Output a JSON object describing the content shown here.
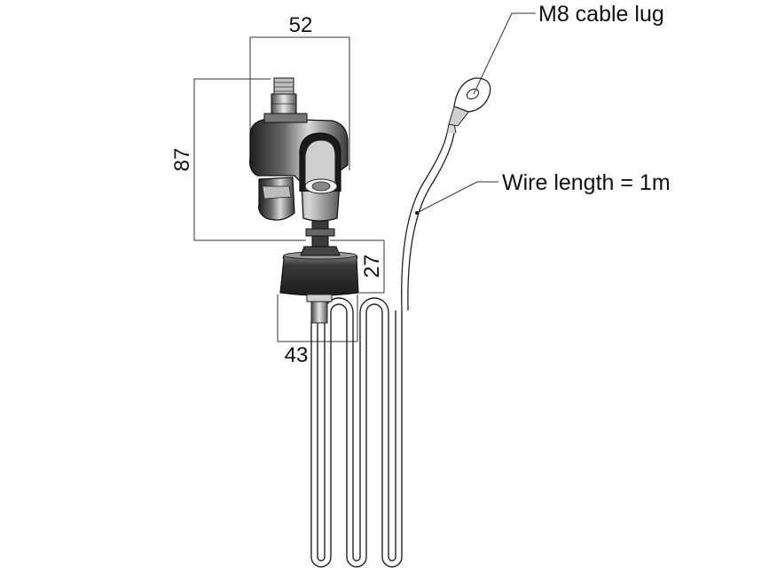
{
  "dimensions": {
    "width_top": "52",
    "height_body": "87",
    "height_cap": "27",
    "width_cap": "43"
  },
  "callouts": {
    "lug": "M8 cable lug",
    "wire": "Wire length = 1m"
  },
  "colors": {
    "line": "#222222",
    "body_dark": "#2a2a2a",
    "body_mid": "#555555",
    "body_light": "#dcdcdc",
    "background": "#ffffff"
  }
}
